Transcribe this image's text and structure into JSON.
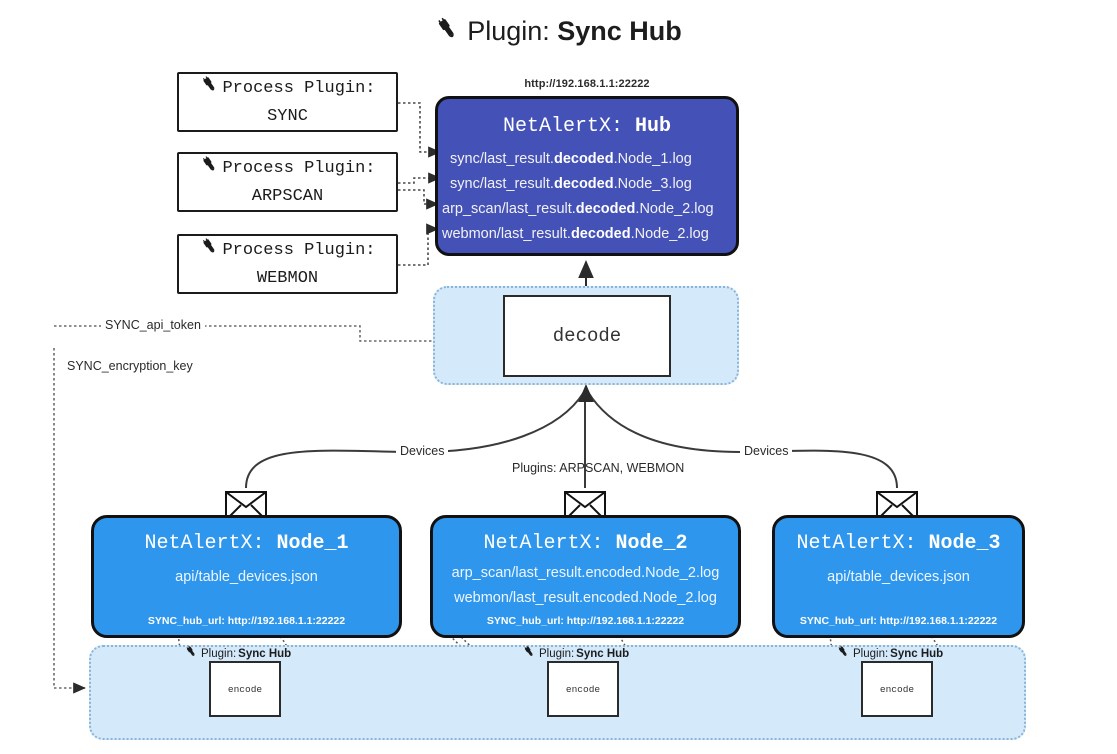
{
  "title": {
    "icon": "plug-icon",
    "prefix": "Plugin:",
    "name": "Sync Hub"
  },
  "process_plugins": [
    {
      "icon": "plug-icon",
      "line1": "Process Plugin:",
      "line2": "SYNC"
    },
    {
      "icon": "plug-icon",
      "line1": "Process Plugin:",
      "line2": "ARPSCAN"
    },
    {
      "icon": "plug-icon",
      "line1": "Process Plugin:",
      "line2": "WEBMON"
    }
  ],
  "hub": {
    "url": "http://192.168.1.1:22222",
    "title_prefix": "NetAlertX:",
    "title_name": "Hub",
    "logs": [
      {
        "pre": "sync/last_result.",
        "mid": "decoded",
        "post": ".Node_1.log"
      },
      {
        "pre": "sync/last_result.",
        "mid": "decoded",
        "post": ".Node_3.log"
      },
      {
        "pre": "arp_scan/last_result.",
        "mid": "decoded",
        "post": ".Node_2.log"
      },
      {
        "pre": "webmon/last_result.",
        "mid": "decoded",
        "post": ".Node_2.log"
      }
    ]
  },
  "decode": {
    "label": "decode"
  },
  "secrets": [
    {
      "label": "SYNC_api_token"
    },
    {
      "label": "SYNC_encryption_key"
    }
  ],
  "edge_labels": {
    "devices_left": "Devices",
    "devices_right": "Devices",
    "plugins_center": "Plugins: ARPSCAN, WEBMON"
  },
  "nodes": [
    {
      "icon": "envelope-icon",
      "title_prefix": "NetAlertX:",
      "title_name": "Node_1",
      "lines": [
        "api/table_devices.json"
      ],
      "footer": "SYNC_hub_url: http://192.168.1.1:22222"
    },
    {
      "icon": "envelope-icon",
      "title_prefix": "NetAlertX:",
      "title_name": "Node_2",
      "lines": [
        "arp_scan/last_result.encoded.Node_2.log",
        "webmon/last_result.encoded.Node_2.log"
      ],
      "footer": "SYNC_hub_url: http://192.168.1.1:22222"
    },
    {
      "icon": "envelope-icon",
      "title_prefix": "NetAlertX:",
      "title_name": "Node_3",
      "lines": [
        "api/table_devices.json"
      ],
      "footer": "SYNC_hub_url: http://192.168.1.1:22222"
    }
  ],
  "encoders": [
    {
      "icon": "plug-icon",
      "caption_prefix": "Plugin:",
      "caption_name": "Sync Hub",
      "label": "encode"
    },
    {
      "icon": "plug-icon",
      "caption_prefix": "Plugin:",
      "caption_name": "Sync Hub",
      "label": "encode"
    },
    {
      "icon": "plug-icon",
      "caption_prefix": "Plugin:",
      "caption_name": "Sync Hub",
      "label": "encode"
    }
  ],
  "colors": {
    "hub_fill": "#4451b6",
    "node_fill": "#2f96ed",
    "container_fill": "#d4e9fa",
    "stroke": "#111111"
  }
}
